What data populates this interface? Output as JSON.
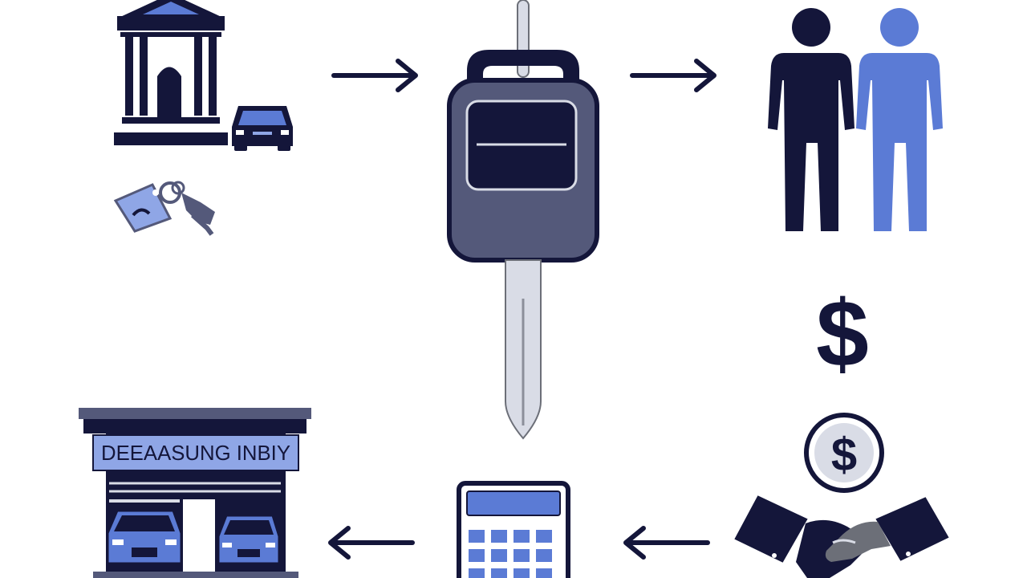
{
  "diagram": {
    "colors": {
      "navy": "#14163a",
      "blue": "#5b7bd5",
      "slate": "#54597a",
      "light_blue": "#8fa6e6",
      "gray": "#6c6f78",
      "silver": "#d9dce6",
      "white": "#ffffff"
    },
    "nodes": [
      {
        "id": "bank",
        "icon": "bank-building-icon"
      },
      {
        "id": "car",
        "icon": "car-icon"
      },
      {
        "id": "tag",
        "icon": "key-tag-icon"
      },
      {
        "id": "key",
        "icon": "car-key-fob-icon"
      },
      {
        "id": "people",
        "icon": "two-people-icon"
      },
      {
        "id": "dollar",
        "icon": "dollar-sign-icon"
      },
      {
        "id": "coin",
        "icon": "dollar-coin-icon"
      },
      {
        "id": "handshake",
        "icon": "handshake-icon"
      },
      {
        "id": "calculator",
        "icon": "calculator-icon"
      },
      {
        "id": "dealership",
        "icon": "dealership-building-icon"
      }
    ],
    "edges": [
      {
        "from": "bank",
        "to": "key",
        "direction": "right"
      },
      {
        "from": "key",
        "to": "people",
        "direction": "right"
      },
      {
        "from": "handshake",
        "to": "calculator",
        "direction": "left"
      },
      {
        "from": "calculator",
        "to": "dealership",
        "direction": "left"
      }
    ],
    "dealership_sign": "DEEAASUNG INBIY"
  }
}
